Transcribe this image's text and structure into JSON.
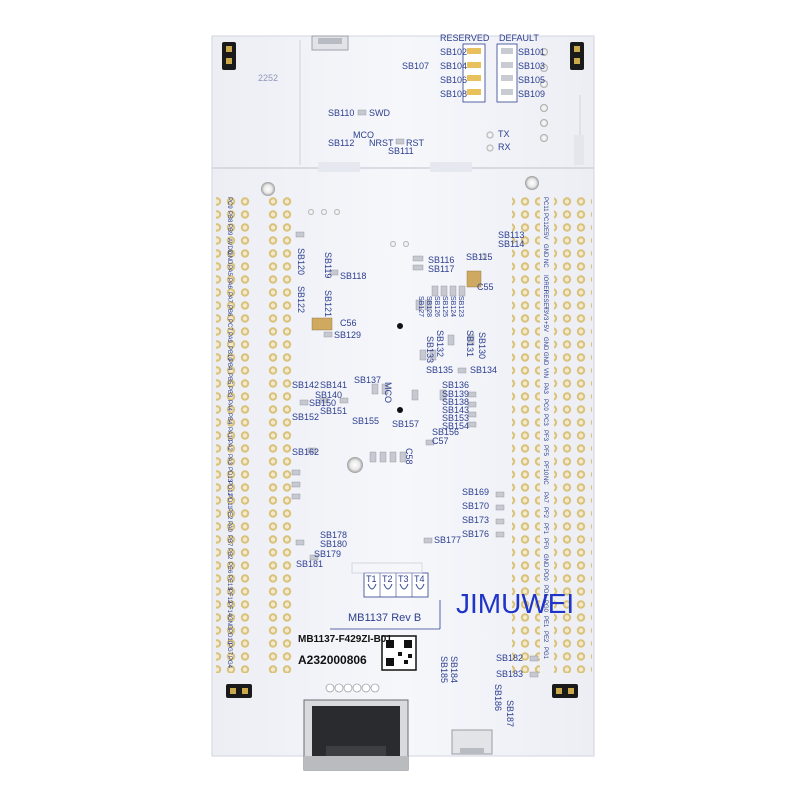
{
  "board": {
    "model": "MB1137",
    "rev": "MB1137  Rev B",
    "part": "MB1137-F429ZI-B01",
    "serial": "A232000806",
    "watermark": "JIMUWEI",
    "code": "2252"
  },
  "top_block": {
    "reserved": "RESERVED",
    "default": "DEFAULT",
    "left_refs": [
      "SB102",
      "SB104",
      "SB106",
      "SB108"
    ],
    "right_refs": [
      "SB101",
      "SB103",
      "SB105",
      "SB109"
    ],
    "sb107": "SB107",
    "sb110": "SB110",
    "swd": "SWD",
    "mco": "MCO",
    "sb112": "SB112",
    "nrst": "NRST",
    "rst": "RST",
    "sb111": "SB111",
    "tx": "TX",
    "rx": "RX"
  },
  "tests": [
    "T1",
    "T2",
    "T3",
    "T4"
  ],
  "silk": {
    "sb113": "SB113",
    "sb114": "SB114",
    "sb115": "SB115",
    "sb116": "SB116",
    "sb117": "SB117",
    "sb118": "SB118",
    "sb119": "SB119",
    "sb120": "SB120",
    "sb121": "SB121",
    "sb122": "SB122",
    "sb123": "SB123",
    "sb124": "SB124",
    "sb125": "SB125",
    "sb126": "SB126",
    "sb127": "SB127",
    "sb128": "SB128",
    "sb129": "SB129",
    "c56": "C56",
    "c55": "C55",
    "sb130": "SB130",
    "sb131": "SB131",
    "sb132": "SB132",
    "sb133": "SB133",
    "sb134": "SB134",
    "sb135": "SB135",
    "sb136": "SB136",
    "sb137": "SB137",
    "sb138": "SB138",
    "sb139": "SB139",
    "sb140": "SB140",
    "sb141": "SB141",
    "sb142": "SB142",
    "sb143": "SB143",
    "sb150": "SB150",
    "sb151": "SB151",
    "sb152": "SB152",
    "sb153": "SB153",
    "sb154": "SB154",
    "sb155": "SB155",
    "sb156": "SB156",
    "sb157": "SB157",
    "c57": "C57",
    "mco2": "MCO",
    "sb162": "SB162",
    "sb169": "SB169",
    "sb170": "SB170",
    "sb173": "SB173",
    "sb176": "SB176",
    "sb177": "SB177",
    "sb178": "SB178",
    "sb179": "SB179",
    "sb180": "SB180",
    "sb181": "SB181",
    "sb182": "SB182",
    "sb183": "SB183",
    "sb184": "SB184",
    "sb185": "SB185",
    "sb186": "SB186",
    "sb187": "SB187",
    "c58": "C58"
  },
  "headers": {
    "left_pins": [
      "PC9",
      "PB8",
      "PB9",
      "AVDD",
      "GND",
      "PA5",
      "PA6",
      "PA7",
      "PB6",
      "PC7",
      "PA9",
      "PB10",
      "PB4",
      "PB5",
      "PB3",
      "PA4",
      "PB4",
      "PA10",
      "PA2",
      "PA3",
      "PD13",
      "PD12",
      "PD11",
      "PE2",
      "PA0",
      "PB7",
      "PB2",
      "PE6",
      "PE13",
      "PF12",
      "PF14",
      "GND",
      "PD10",
      "PG7",
      "PG4"
    ],
    "right_pins": [
      "PC11",
      "PC12",
      "E5V",
      "GND",
      "NC",
      "IOREF",
      "RESET",
      "+3V3",
      "+5V",
      "GND",
      "GND",
      "VIN",
      "PA3",
      "PC0",
      "PC3",
      "PF3",
      "PF5",
      "PF10",
      "NC",
      "PA7",
      "PF2",
      "PF1",
      "PF0",
      "GND",
      "PD0",
      "PD1",
      "PG0",
      "PE1",
      "PE2",
      "PG1"
    ]
  },
  "colors": {
    "board": "#f4f5f9",
    "board_edge": "#d7dae4",
    "silk": "#2c3e8f",
    "gold": "#c9a94a",
    "jumper": "#1a1a1a",
    "watermark": "#1f35c7"
  }
}
